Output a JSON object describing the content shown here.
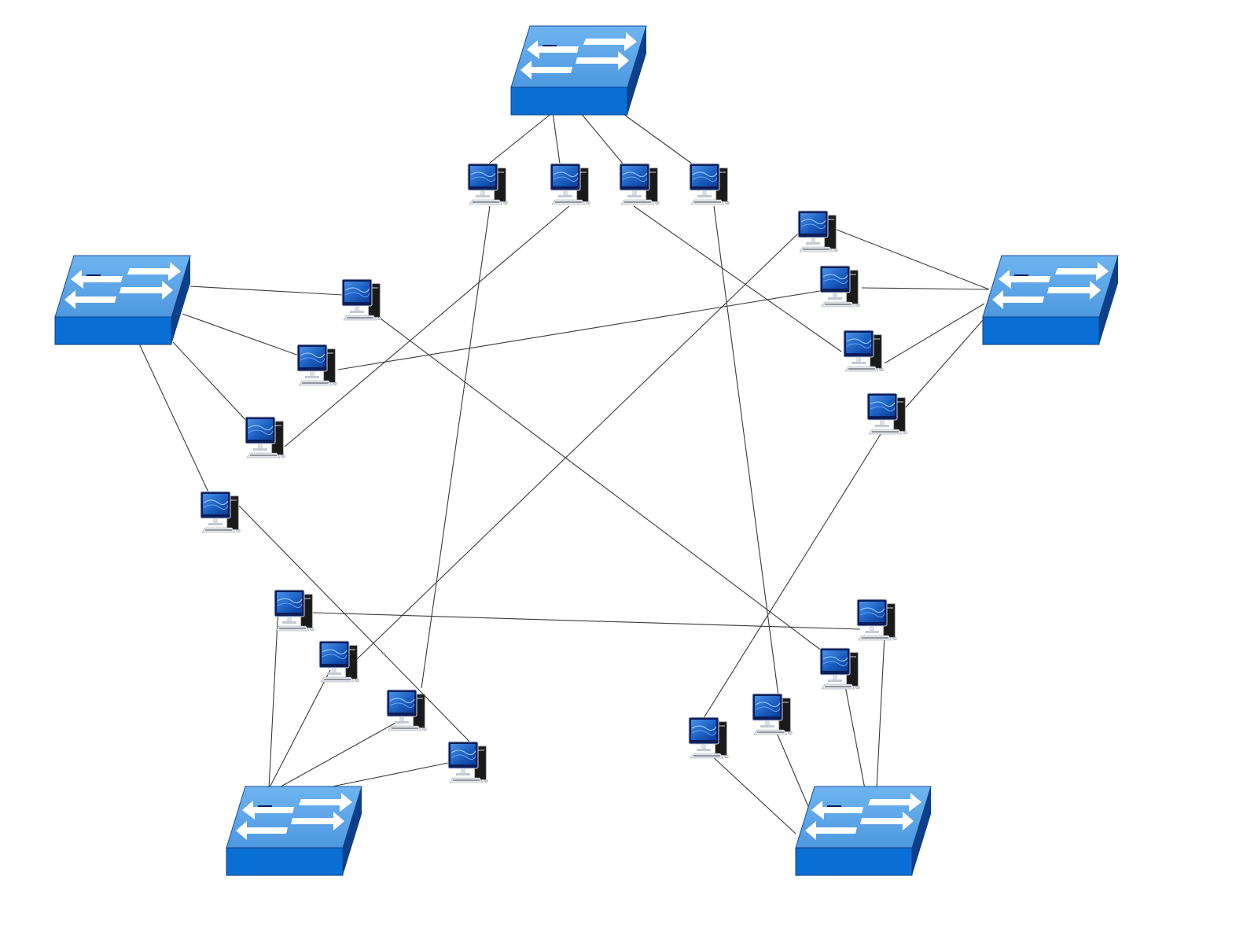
{
  "diagram": {
    "colors": {
      "background": "#ffffff",
      "link": "#3a3a3a",
      "switch_top": "#5aa4e6",
      "switch_front": "#0a6fd4",
      "switch_side": "#0d3f8a",
      "switch_arrow": "#ffffff",
      "monitor_bezel": "#0b1e59",
      "monitor_screen": "#1b5fc0",
      "tower": "#1a1a1a"
    },
    "icons": {
      "switch": "network-switch-icon",
      "computer": "desktop-computer-icon"
    },
    "switches": [
      {
        "id": "sw-top"
      },
      {
        "id": "sw-left"
      },
      {
        "id": "sw-right"
      },
      {
        "id": "sw-bottom-left"
      },
      {
        "id": "sw-bottom-right"
      }
    ],
    "computers": [
      {
        "id": "pc-1"
      },
      {
        "id": "pc-2"
      },
      {
        "id": "pc-3"
      },
      {
        "id": "pc-4"
      },
      {
        "id": "pc-5"
      },
      {
        "id": "pc-6"
      },
      {
        "id": "pc-7"
      },
      {
        "id": "pc-8"
      },
      {
        "id": "pc-9"
      },
      {
        "id": "pc-10"
      },
      {
        "id": "pc-11"
      },
      {
        "id": "pc-12"
      },
      {
        "id": "pc-13"
      },
      {
        "id": "pc-14"
      },
      {
        "id": "pc-15"
      },
      {
        "id": "pc-16"
      },
      {
        "id": "pc-17"
      },
      {
        "id": "pc-18"
      },
      {
        "id": "pc-19"
      },
      {
        "id": "pc-20"
      }
    ],
    "links": [
      [
        "sw-top",
        "pc-1"
      ],
      [
        "sw-top",
        "pc-2"
      ],
      [
        "sw-top",
        "pc-3"
      ],
      [
        "sw-top",
        "pc-4"
      ],
      [
        "sw-left",
        "pc-5"
      ],
      [
        "sw-left",
        "pc-6"
      ],
      [
        "sw-left",
        "pc-7"
      ],
      [
        "sw-left",
        "pc-8"
      ],
      [
        "sw-right",
        "pc-9"
      ],
      [
        "sw-right",
        "pc-10"
      ],
      [
        "sw-right",
        "pc-11"
      ],
      [
        "sw-right",
        "pc-12"
      ],
      [
        "sw-bottom-left",
        "pc-13"
      ],
      [
        "sw-bottom-left",
        "pc-14"
      ],
      [
        "sw-bottom-left",
        "pc-15"
      ],
      [
        "sw-bottom-left",
        "pc-16"
      ],
      [
        "sw-bottom-right",
        "pc-17"
      ],
      [
        "sw-bottom-right",
        "pc-18"
      ],
      [
        "sw-bottom-right",
        "pc-19"
      ],
      [
        "sw-bottom-right",
        "pc-20"
      ],
      [
        "pc-1",
        "pc-15"
      ],
      [
        "pc-2",
        "pc-7"
      ],
      [
        "pc-3",
        "pc-11"
      ],
      [
        "pc-4",
        "pc-18"
      ],
      [
        "pc-9",
        "pc-14"
      ],
      [
        "pc-10",
        "pc-6"
      ],
      [
        "pc-12",
        "pc-17"
      ],
      [
        "pc-5",
        "pc-19"
      ],
      [
        "pc-8",
        "pc-16"
      ],
      [
        "pc-13",
        "pc-20"
      ]
    ]
  }
}
